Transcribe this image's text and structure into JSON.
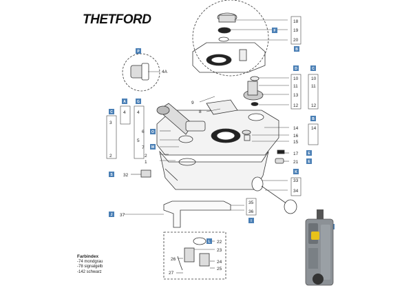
{
  "brand": {
    "logo_text": "THETFORD"
  },
  "part_numbers": [
    "18",
    "19",
    "20",
    "4A",
    "9",
    "8",
    "10",
    "11",
    "13",
    "12",
    "10",
    "11",
    "12",
    "3",
    "4",
    "4",
    "6",
    "5",
    "7",
    "2",
    "2",
    "1",
    "14",
    "16",
    "15",
    "14",
    "17",
    "21",
    "32",
    "33",
    "34",
    "35",
    "36",
    "37",
    "22",
    "23",
    "26",
    "24",
    "25",
    "27"
  ],
  "letter_badges": [
    "B",
    "F",
    "P",
    "D",
    "C",
    "A",
    "G",
    "C",
    "O",
    "M",
    "B",
    "E",
    "E",
    "S",
    "K",
    "J",
    "I",
    "L",
    "H"
  ],
  "legend": {
    "title": "Farbindex",
    "items": [
      "-74 mondgrau",
      "-78 signalgelb",
      "-142 schwarz"
    ]
  },
  "colors": {
    "badge_fill": "#4a7fb5",
    "line": "#333333",
    "light_fill": "#f1f1f1",
    "tank_gray": "#8c9196",
    "tank_yellow": "#e8c21a"
  }
}
